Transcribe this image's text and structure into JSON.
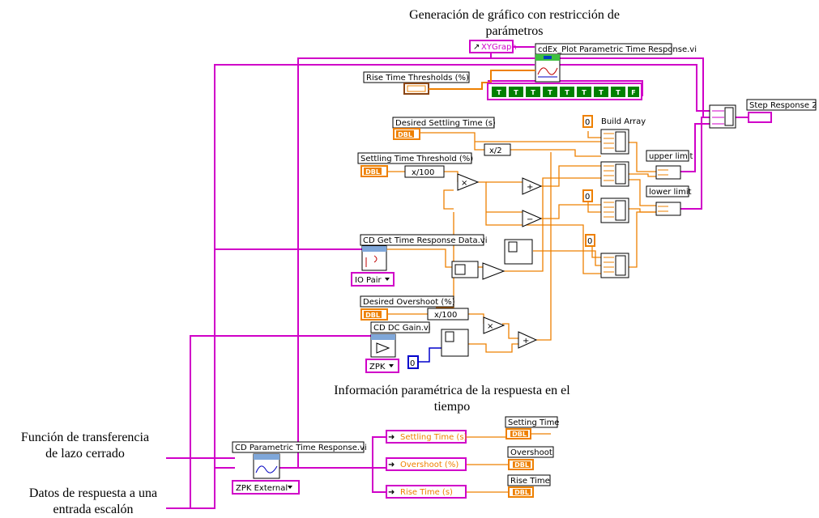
{
  "annotations": {
    "title_line1": "Generación de gráfico con restricción de",
    "title_line2": "parámetros",
    "info_line1": "Información paramétrica de la respuesta en el",
    "info_line2": "tiempo",
    "input1_line1": "Función de transferencia",
    "input1_line2": "de lazo cerrado",
    "input2_line1": "Datos de respuesta a una",
    "input2_line2": "entrada escalón"
  },
  "labels": {
    "xygraph": "XYGraph",
    "plot_vi": "cdEx_Plot Parametric Time Response.vi",
    "rise_thresholds": "Rise Time Thresholds (%)",
    "step_response": "Step Response 2",
    "desired_settling": "Desired Settling Time (s)",
    "settling_threshold": "Settling Time Threshold (%)",
    "get_time_response": "CD Get Time Response Data.vi",
    "io_pair": "IO Pair",
    "desired_overshoot": "Desired Overshoot (%)",
    "dc_gain": "CD DC Gain.vi",
    "zpk": "ZPK",
    "build_array": "Build Array",
    "upper_limit": "upper limit",
    "lower_limit": "lower limit",
    "param_time_response": "CD Parametric Time Response.vi",
    "zpk_external": "ZPK External",
    "settling_time_unbundle": "Settling Time (s)",
    "overshoot_unbundle": "Overshoot (%)",
    "rise_time_unbundle": "Rise Time (s)",
    "setting_time_ind": "Setting Time",
    "overshoot_ind": "Overshoot",
    "rise_time_ind": "Rise Time"
  },
  "nodes": {
    "x_div_2": "x/2",
    "x_div_100_a": "x/100",
    "x_div_100_b": "x/100",
    "multiply": "×",
    "add": "+",
    "subtract": "−",
    "const_zero_a": "0",
    "const_zero_b": "0",
    "const_zero_c": "0",
    "const_zero_d": "0",
    "dbl": "DBL",
    "bool_t": "T",
    "bool_f": "F"
  },
  "colors": {
    "cluster_wire": "#d000c8",
    "dbl_wire": "#ee8000",
    "int_wire": "#0000cc",
    "bool": "#008000"
  }
}
